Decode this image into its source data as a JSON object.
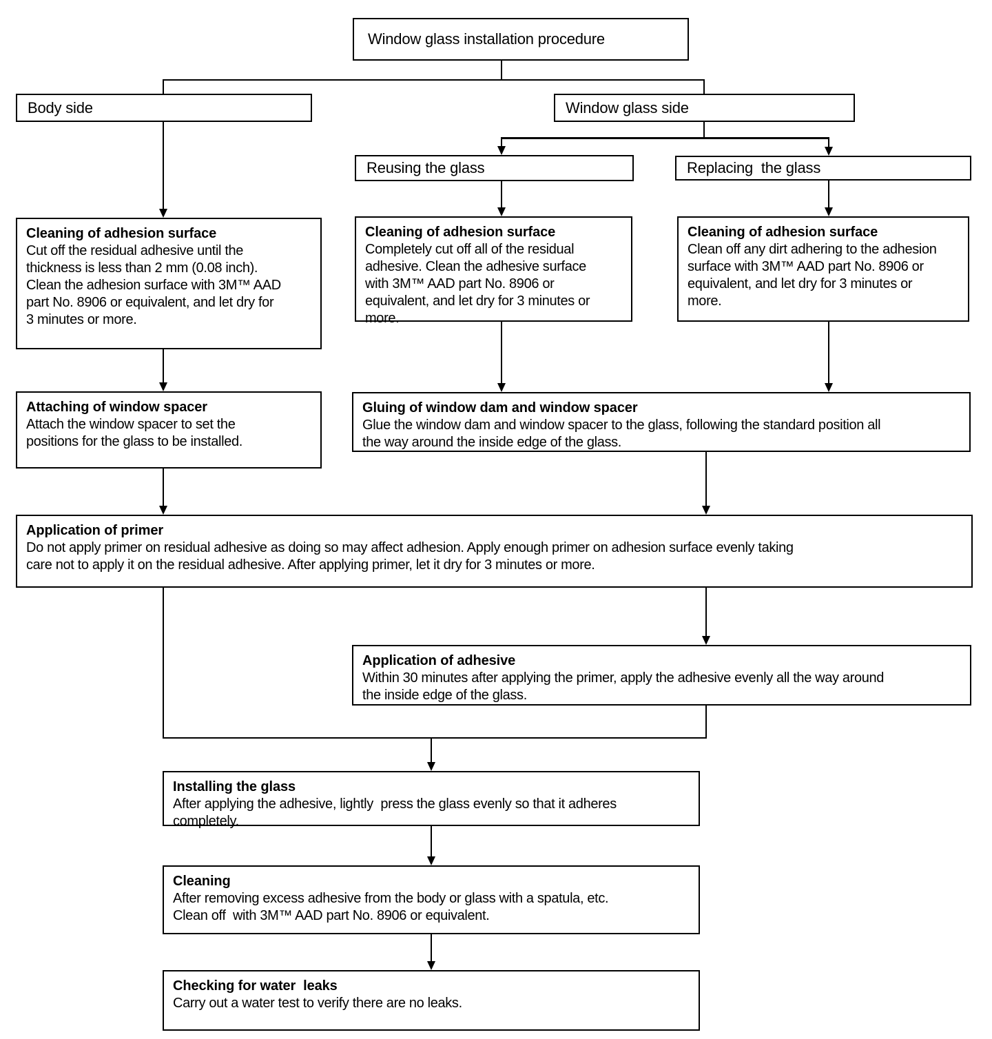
{
  "diagram": {
    "title": "Window glass installation procedure",
    "branches": {
      "body_side": "Body side",
      "window_side": "Window glass side",
      "reusing": "Reusing the glass",
      "replacing": "Replacing  the glass"
    },
    "steps": {
      "clean_body": {
        "title": "Cleaning of adhesion surface",
        "body": "Cut off the residual adhesive until the\nthickness is less than 2 mm (0.08 inch).\nClean the adhesion surface with 3M™ AAD\npart No. 8906 or equivalent, and let dry for\n3 minutes or more."
      },
      "clean_reuse": {
        "title": "Cleaning of adhesion surface",
        "body": "Completely cut off all of the residual\nadhesive. Clean the adhesive surface\nwith 3M™ AAD part No. 8906 or\nequivalent, and let dry for 3 minutes or\nmore."
      },
      "clean_replace": {
        "title": "Cleaning of adhesion surface",
        "body": "Clean off any dirt adhering to the adhesion\nsurface with 3M™ AAD part No. 8906 or\nequivalent, and let dry for 3 minutes or\nmore."
      },
      "attach": {
        "title": "Attaching of window spacer",
        "body": "Attach the window spacer to set the\npositions for the glass to be installed."
      },
      "gluing": {
        "title": "Gluing of window dam and window spacer",
        "body": "Glue the window dam and window spacer to the glass, following the standard position all\nthe way around the inside edge of the glass."
      },
      "primer": {
        "title": "Application of primer",
        "body": "Do not apply primer on residual adhesive as doing so may affect adhesion. Apply enough primer on adhesion surface evenly taking\ncare not to apply it on the residual adhesive. After applying primer, let it dry for 3 minutes or more."
      },
      "adhesive": {
        "title": "Application of adhesive",
        "body": "Within 30 minutes after applying the primer, apply the adhesive evenly all the way around\nthe inside edge of the glass."
      },
      "install": {
        "title": "Installing the glass",
        "body": "After applying the adhesive, lightly  press the glass evenly so that it adheres\ncompletely."
      },
      "cleaning": {
        "title": "Cleaning",
        "body": "After removing excess adhesive from the body or glass with a spatula, etc.\nClean off  with 3M™ AAD part No. 8906 or equivalent."
      },
      "water": {
        "title": "Checking for water  leaks",
        "body": "Carry out a water test to verify there are no leaks."
      }
    },
    "line_color": "#000000",
    "background_color": "#ffffff"
  }
}
